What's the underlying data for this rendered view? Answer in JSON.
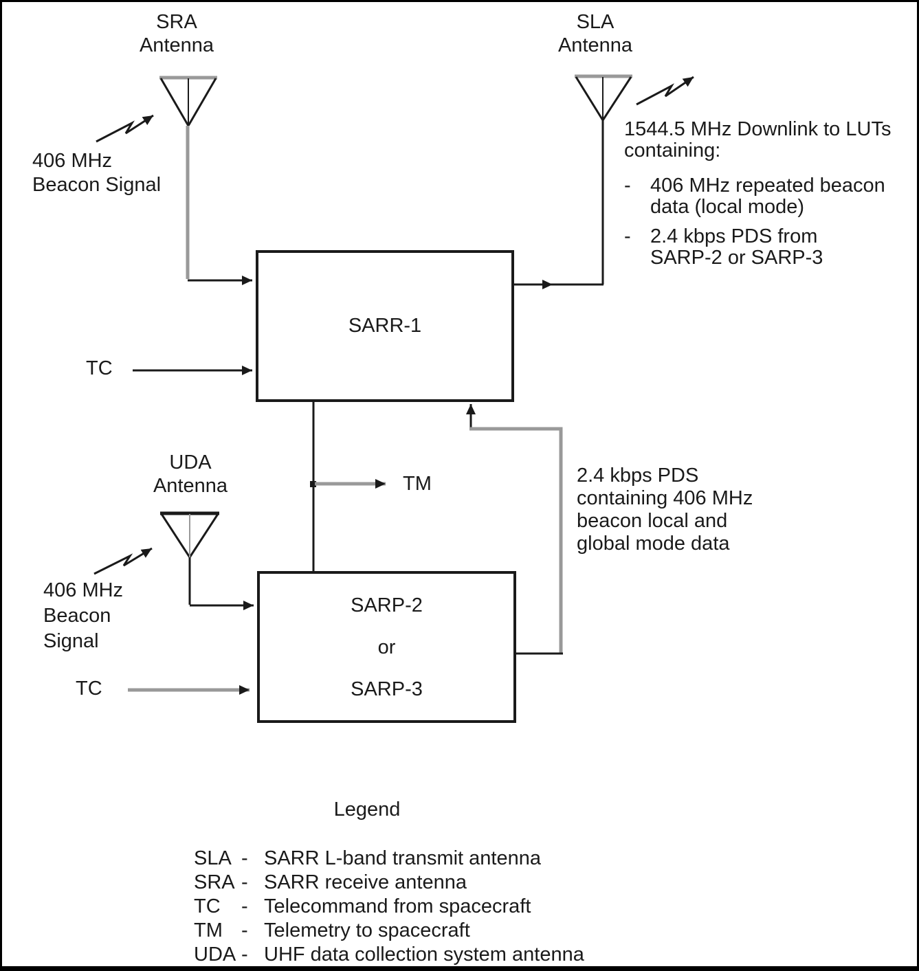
{
  "colors": {
    "black": "#1a1a1a",
    "gray": "#999999"
  },
  "antennas": {
    "sra": {
      "name": "SRA",
      "type": "Antenna"
    },
    "sla": {
      "name": "SLA",
      "type": "Antenna"
    },
    "uda": {
      "name": "UDA",
      "type": "Antenna"
    }
  },
  "beacon_sra": {
    "line1": "406 MHz",
    "line2": "Beacon Signal"
  },
  "beacon_uda": {
    "line1": "406 MHz",
    "line2": "Beacon",
    "line3": "Signal"
  },
  "boxes": {
    "sarr1": {
      "label": "SARR-1"
    },
    "sarp": {
      "line1": "SARP-2",
      "line2": "or",
      "line3": "SARP-3"
    }
  },
  "ports": {
    "tc_sarr1": "TC",
    "tc_sarp": "TC",
    "tm": "TM"
  },
  "downlink_note": {
    "title1": "1544.5 MHz Downlink to LUTs",
    "title2": "containing:",
    "bullet_marker": "-",
    "bullets": [
      {
        "line1": "406 MHz repeated beacon",
        "line2": "data (local mode)"
      },
      {
        "line1": "2.4 kbps PDS from",
        "line2": "SARP-2 or SARP-3"
      }
    ]
  },
  "pds_note": {
    "line1": "2.4 kbps PDS",
    "line2": "containing 406 MHz",
    "line3": "beacon local and",
    "line4": "global mode data"
  },
  "legend": {
    "title": "Legend",
    "separator": "-",
    "entries": [
      {
        "abbr": "SLA",
        "desc": "SARR L-band transmit antenna"
      },
      {
        "abbr": "SRA",
        "desc": "SARR receive antenna"
      },
      {
        "abbr": "TC",
        "desc": "Telecommand from spacecraft"
      },
      {
        "abbr": "TM",
        "desc": "Telemetry to spacecraft"
      },
      {
        "abbr": "UDA",
        "desc": "UHF data collection system antenna"
      }
    ]
  }
}
